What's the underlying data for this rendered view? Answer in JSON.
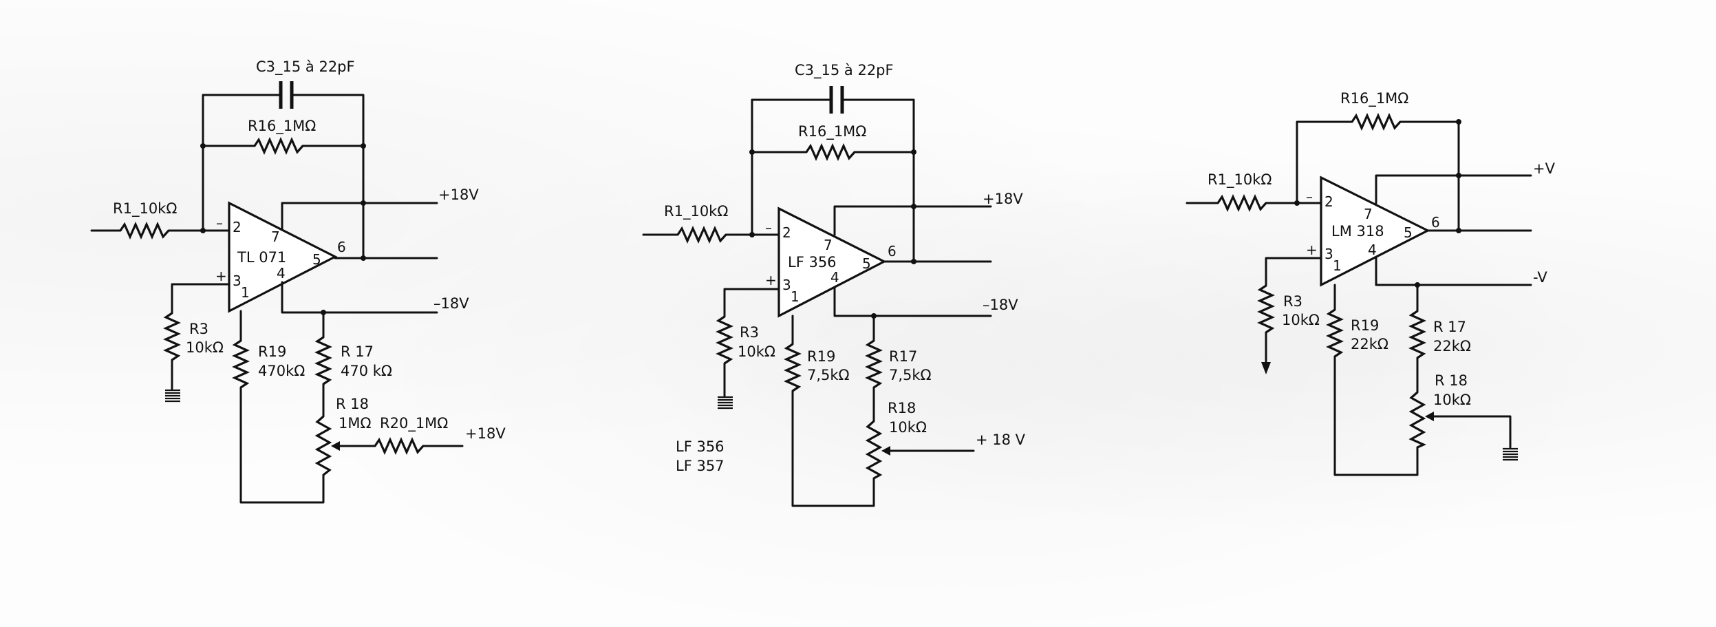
{
  "circuits": [
    {
      "c3": "C3_15 à 22pF",
      "r16": "R16_1MΩ",
      "r1": "R1_10kΩ",
      "opamp": "TL 071",
      "pins": {
        "p2": "2",
        "p3": "3",
        "p7": "7",
        "p4": "4",
        "p1": "1",
        "p5": "5",
        "p6": "6"
      },
      "minus": "–",
      "plus": "+",
      "vpos": "+18V",
      "vneg": "–18V",
      "r3_name": "R3",
      "r3_val": "10kΩ",
      "r19_name": "R19",
      "r19_val": "470kΩ",
      "r17_name": "R 17",
      "r17_val": "470 kΩ",
      "r18_name": "R 18",
      "r18_val": "1MΩ",
      "r20": "R20_1MΩ",
      "r20_supply": "+18V"
    },
    {
      "c3": "C3_15 à 22pF",
      "r16": "R16_1MΩ",
      "r1": "R1_10kΩ",
      "opamp": "LF 356",
      "pins": {
        "p2": "2",
        "p3": "3",
        "p7": "7",
        "p4": "4",
        "p1": "1",
        "p5": "5",
        "p6": "6"
      },
      "minus": "–",
      "plus": "+",
      "vpos": "+18V",
      "vneg": "–18V",
      "r3_name": "R3",
      "r3_val": "10kΩ",
      "r19_name": "R19",
      "r19_val": "7,5kΩ",
      "r17_name": "R17",
      "r17_val": "7,5kΩ",
      "r18_name": "R18",
      "r18_val": "10kΩ",
      "r18_supply": "+ 18 V",
      "variants": [
        "LF 356",
        "LF 357"
      ]
    },
    {
      "r16": "R16_1MΩ",
      "r1": "R1_10kΩ",
      "opamp": "LM 318",
      "pins": {
        "p2": "2",
        "p3": "3",
        "p7": "7",
        "p4": "4",
        "p1": "1",
        "p5": "5",
        "p6": "6"
      },
      "minus": "–",
      "plus": "+",
      "vpos": "+V",
      "vneg": "-V",
      "r3_name": "R3",
      "r3_val": "10kΩ",
      "r19_name": "R19",
      "r19_val": "22kΩ",
      "r17_name": "R 17",
      "r17_val": "22kΩ",
      "r18_name": "R 18",
      "r18_val": "10kΩ"
    }
  ]
}
